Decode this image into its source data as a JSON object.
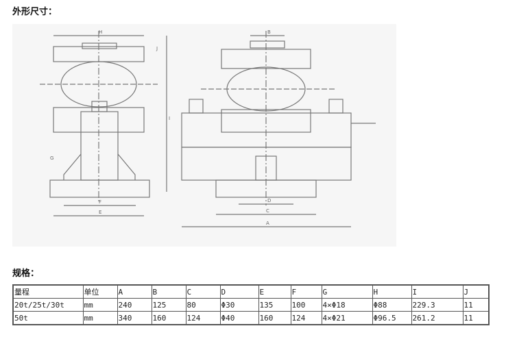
{
  "headings": {
    "dimensions": "外形尺寸：",
    "specs": "规格："
  },
  "drawing": {
    "labels": [
      "A",
      "B",
      "C",
      "D",
      "E",
      "F",
      "G",
      "H",
      "I",
      "J"
    ]
  },
  "table": {
    "header": [
      "量程",
      "单位",
      "A",
      "B",
      "C",
      "D",
      "E",
      "F",
      "G",
      "H",
      "I",
      "J"
    ],
    "rows": [
      [
        "20t/25t/30t",
        "mm",
        "240",
        "125",
        "80",
        "Φ30",
        "135",
        "100",
        "4×Φ18",
        "Φ88",
        "229.3",
        "11"
      ],
      [
        "50t",
        "mm",
        "340",
        "160",
        "124",
        "Φ40",
        "160",
        "124",
        "4×Φ21",
        "Φ96.5",
        "261.2",
        "11"
      ]
    ]
  }
}
